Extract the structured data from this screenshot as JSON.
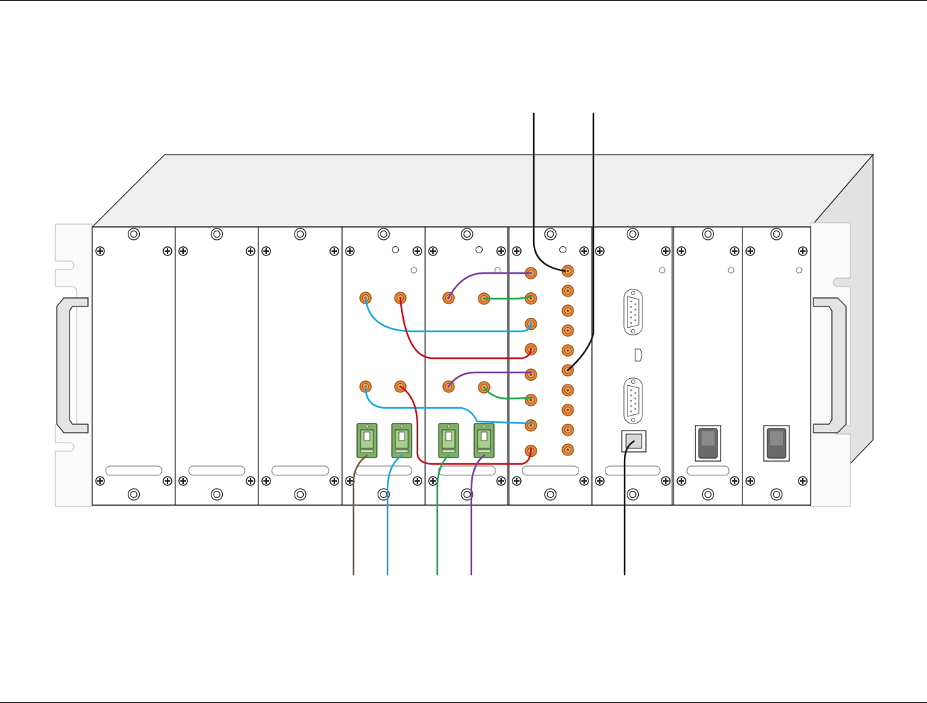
{
  "diagram": {
    "subject": "rack-chassis-cabling",
    "slot_count": 10,
    "colors": {
      "outline": "#222222",
      "panel": "#ffffff",
      "chassis_top": "#efefef",
      "chassis_side": "#e2e2e2",
      "handle": "#e4e4e4",
      "connector": "#e8893a",
      "connector_ring": "#b05a14",
      "rj_module": "#7fb069",
      "cable_purple": "#7a3fa6",
      "cable_green": "#1fa84f",
      "cable_blue": "#1aa8e0",
      "cable_red": "#c0141c",
      "cable_brown": "#7a5a3a",
      "cable_black": "#1a1a1a"
    },
    "cables": [
      {
        "id": "purple-upper",
        "color": "cable_purple"
      },
      {
        "id": "green-upper",
        "color": "cable_green"
      },
      {
        "id": "blue-upper",
        "color": "cable_blue"
      },
      {
        "id": "red-upper",
        "color": "cable_red"
      },
      {
        "id": "purple-lower",
        "color": "cable_purple"
      },
      {
        "id": "green-lower",
        "color": "cable_green"
      },
      {
        "id": "blue-lower",
        "color": "cable_blue"
      },
      {
        "id": "red-lower",
        "color": "cable_red"
      },
      {
        "id": "brown-drop",
        "color": "cable_brown"
      },
      {
        "id": "blue-drop",
        "color": "cable_blue"
      },
      {
        "id": "green-drop",
        "color": "cable_green"
      },
      {
        "id": "purple-drop",
        "color": "cable_purple"
      },
      {
        "id": "black-feed-1",
        "color": "cable_black"
      },
      {
        "id": "black-feed-2",
        "color": "cable_black"
      },
      {
        "id": "black-lan-drop",
        "color": "cable_black"
      }
    ]
  }
}
